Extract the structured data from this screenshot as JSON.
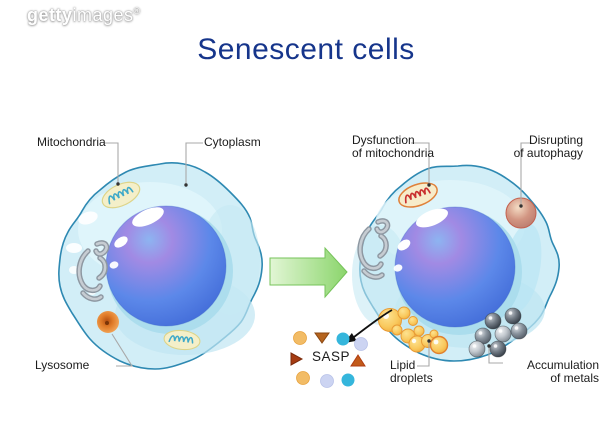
{
  "watermark": {
    "getty": "getty",
    "images": "images",
    "reg": "®"
  },
  "title": "Senescent cells",
  "left_cell": {
    "mitochondria_label": "Mitochondria",
    "cytoplasm_label": "Cytoplasm",
    "lysosome_label": "Lysosome"
  },
  "right_cell": {
    "dysfunction_label": [
      "Dysfunction",
      "of mitochondria"
    ],
    "disrupting_label": [
      "Disrupting",
      "of autophagy"
    ],
    "lipid_label": [
      "Lipid",
      "droplets"
    ],
    "metals_label": [
      "Accumulation",
      "of metals"
    ],
    "sasp_label": "SASP"
  },
  "colors": {
    "title-color": "#16358b",
    "label-text": "#1b1b1b",
    "connector": "#a9a9a9",
    "cell-fill": "#d2eef7",
    "cell-stroke": "#2e89b2",
    "halo": "#a9dcec",
    "nucleus-light": "#8db4f1",
    "nucleus-purple": "#a18ae4",
    "nucleus-mid": "#5c88e9",
    "nucleus-deep": "#3a63d3",
    "mito-body": "#f4efc9",
    "mito-cristae": "#3fa9c9",
    "mito-bad-stroke": "#e0813a",
    "mito-bad-cristae": "#c93030",
    "lysosome-orange": "#e07b28",
    "autophagy-brown": "#d29582",
    "lipid-gold": "#f9c85c",
    "lipid-stroke": "#e89b35",
    "metal-gray": "#8a949e",
    "arrow-green": "#8bd56c",
    "arrow-green-light": "#e2f6d5",
    "sasp-orange": "#f2bc66",
    "sasp-cyan": "#35b6dc",
    "sasp-lavender": "#ccd4f2",
    "sasp-triangle": "#c25a1a"
  }
}
